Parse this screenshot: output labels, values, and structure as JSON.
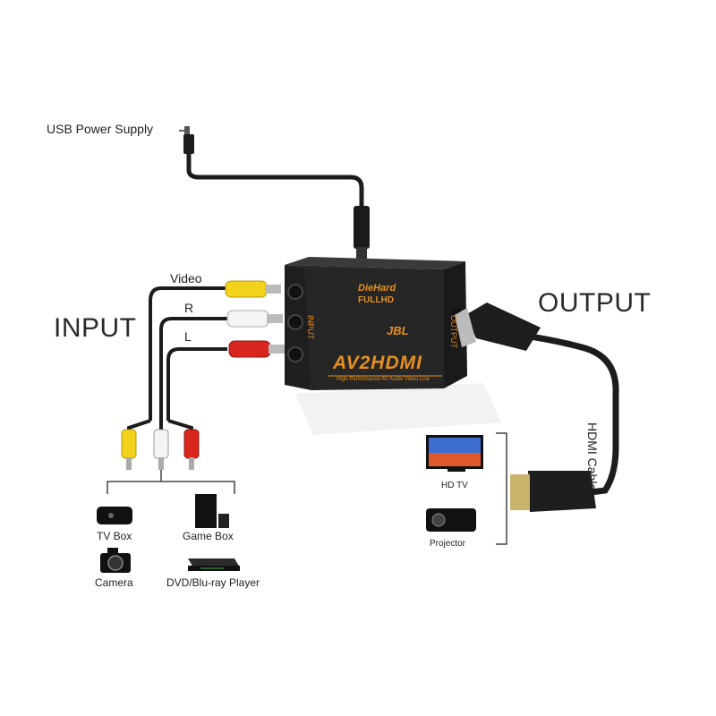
{
  "diagram": {
    "labels": {
      "usb_power": "USB Power Supply",
      "input": "INPUT",
      "output": "OUTPUT",
      "video": "Video",
      "r": "R",
      "l": "L",
      "hdmi_cable": "HDMI Cable"
    },
    "device": {
      "brand_top": "DieHard",
      "brand_sub": "FULLHD",
      "logo": "JBL",
      "model": "AV2HDMI",
      "tagline": "High-Performance AV Audio Video Line",
      "port_input": "INPUT",
      "port_output": "OUTPUT"
    },
    "sources": {
      "tv_box": "TV Box",
      "game_box": "Game Box",
      "camera": "Camera",
      "dvd": "DVD/Blu-ray Player"
    },
    "displays": {
      "hd_tv": "HD TV",
      "projector": "Projector"
    },
    "colors": {
      "device_body": "#262626",
      "accent": "#e8901f",
      "rca_yellow": "#f2d21b",
      "rca_white": "#f4f4f4",
      "rca_red": "#d8261e",
      "cable": "#1c1c1c"
    }
  }
}
